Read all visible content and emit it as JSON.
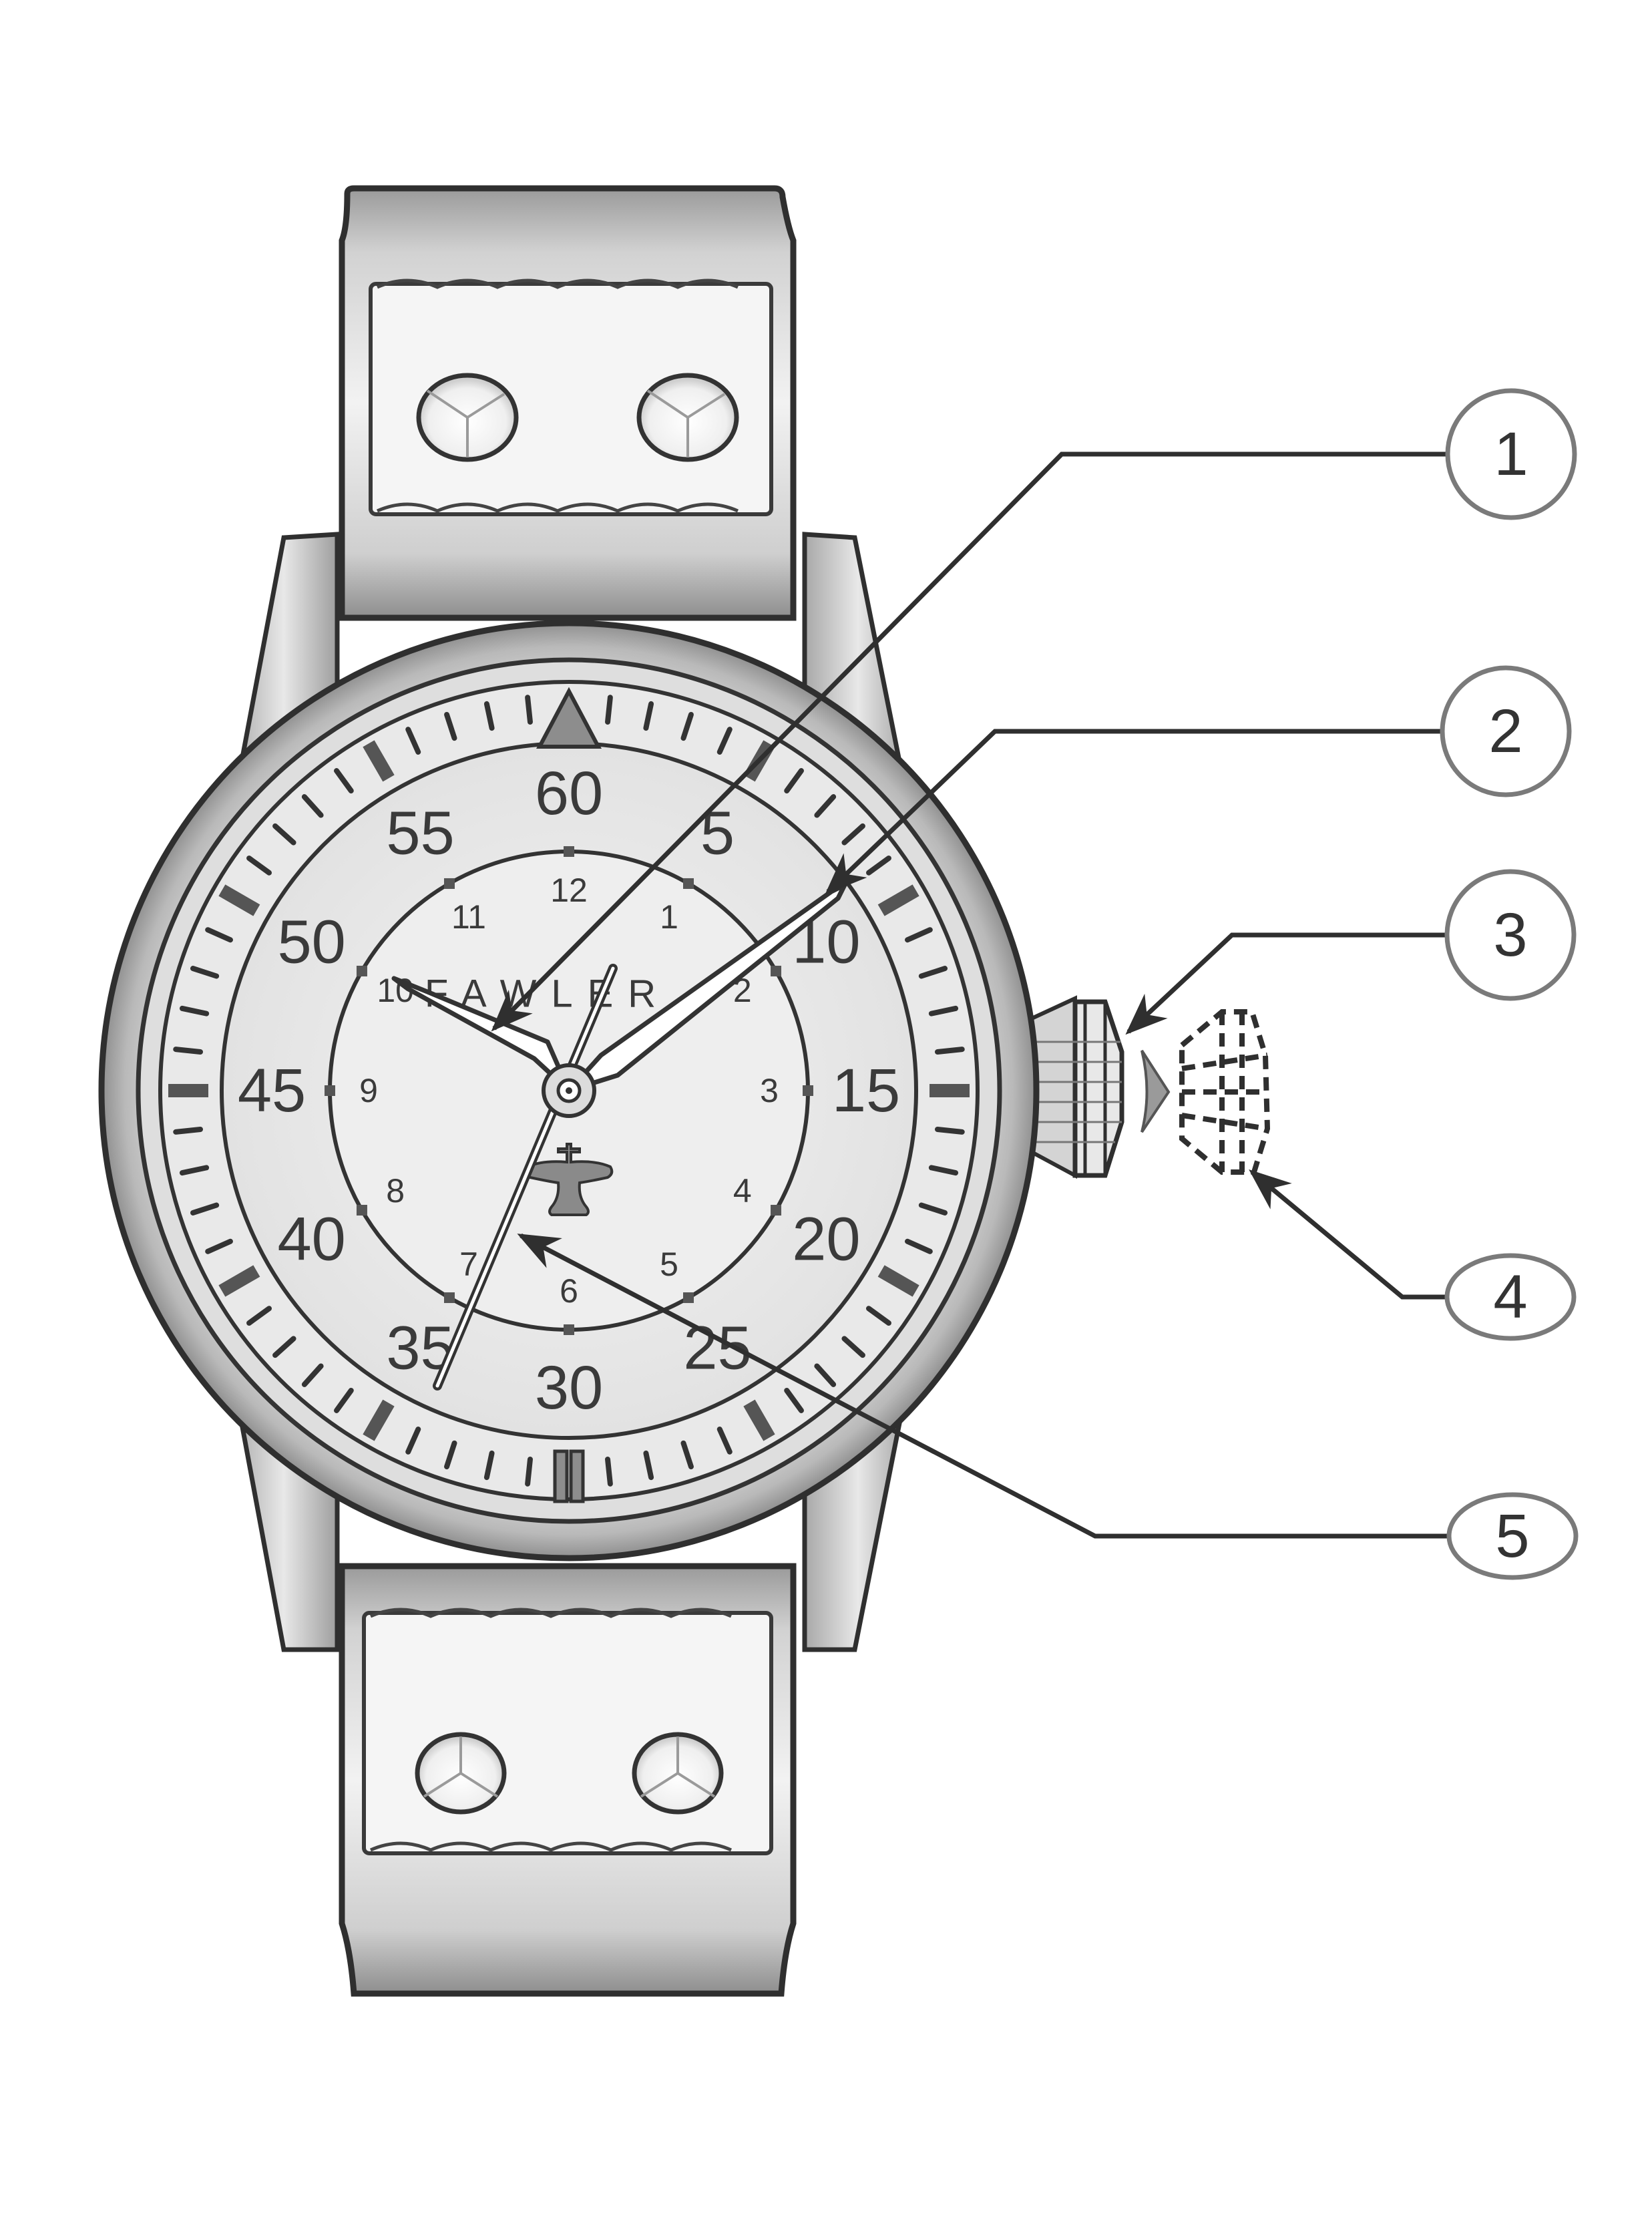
{
  "figure": {
    "subject": "Pilot wristwatch technical sketch",
    "colors": {
      "background": "#ffffff",
      "ink": "#2f2f2f",
      "shade_dark": "#8a8a8a",
      "shade_mid": "#bdbdbd",
      "shade_light": "#e6e6e6",
      "dial": "#ececec"
    }
  },
  "dial": {
    "brand": "FAWLER",
    "minute_numerals": [
      "60",
      "5",
      "10",
      "15",
      "20",
      "25",
      "30",
      "35",
      "40",
      "45",
      "50",
      "55"
    ],
    "hour_numerals": [
      "12",
      "1",
      "2",
      "3",
      "4",
      "5",
      "6",
      "7",
      "8",
      "9",
      "10",
      "11"
    ],
    "top_marker": "triangle-marker",
    "bottom_marker": "double-bar-marker",
    "logo": "airplane-logo"
  },
  "callouts": [
    {
      "id": "1",
      "label": "1",
      "target": "hour-hand"
    },
    {
      "id": "2",
      "label": "2",
      "target": "minute-hand"
    },
    {
      "id": "3",
      "label": "3",
      "target": "crown"
    },
    {
      "id": "4",
      "label": "4",
      "target": "crown-pulled-out"
    },
    {
      "id": "5",
      "label": "5",
      "target": "second-hand"
    }
  ]
}
